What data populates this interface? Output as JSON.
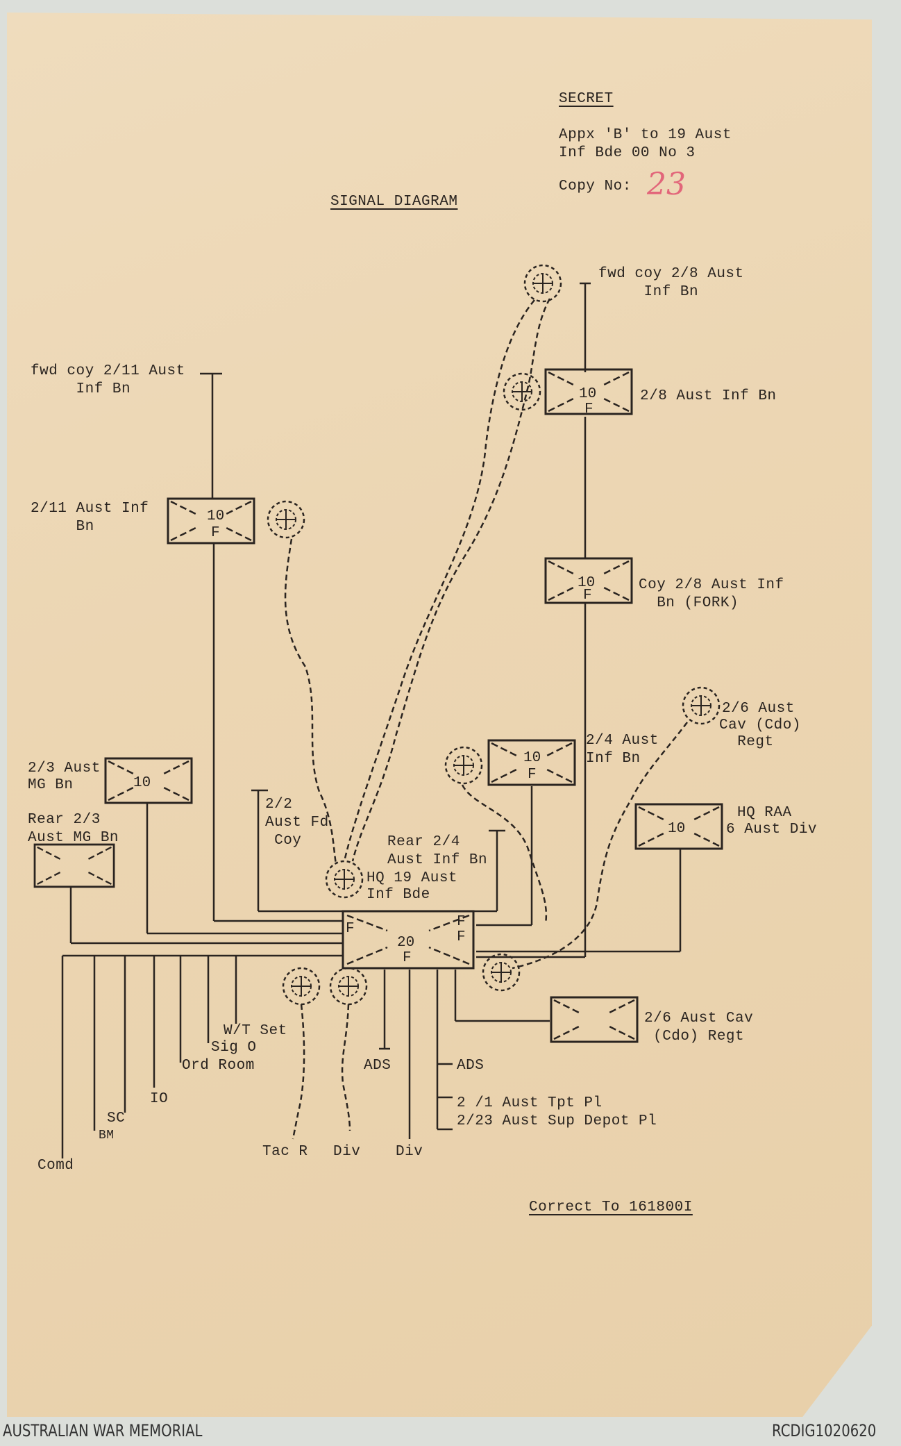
{
  "header": {
    "classification": "SECRET",
    "appendix_line1": "Appx 'B' to 19 Aust",
    "appendix_line2": "Inf Bde 00 No 3",
    "copy_label": "Copy No:",
    "copy_number": "23",
    "copy_number_color": "#e2667a"
  },
  "title": "SIGNAL DIAGRAM",
  "units": {
    "fwd_coy_2_8": [
      "fwd coy 2/8 Aust",
      "     Inf Bn"
    ],
    "bn_2_8": "2/8 Aust Inf Bn",
    "fwd_coy_2_11": [
      "fwd coy 2/11 Aust",
      "     Inf Bn"
    ],
    "bn_2_11": [
      "2/11 Aust Inf",
      "     Bn"
    ],
    "coy_2_8_fork": [
      "Coy 2/8 Aust Inf",
      "  Bn (FORK)"
    ],
    "bn_2_4": [
      "2/4 Aust",
      "Inf Bn"
    ],
    "cav_2_6_wireless": [
      "2/6 Aust",
      "Cav (Cdo)",
      "  Regt"
    ],
    "hq_raa": [
      "HQ RAA",
      "6 Aust Div"
    ],
    "mg_2_3": [
      "2/3 Aust",
      "MG Bn"
    ],
    "rear_mg_2_3": [
      "Rear 2/3",
      "Aust MG Bn"
    ],
    "fd_coy_2_2": [
      "2/2",
      "Aust Fd",
      " Coy"
    ],
    "rear_2_4": [
      "Rear 2/4",
      "Aust Inf Bn"
    ],
    "hq_19_bde": [
      "HQ 19 Aust",
      "Inf Bde"
    ],
    "cav_2_6_line": [
      "2/6 Aust Cav",
      " (Cdo) Regt"
    ]
  },
  "switchboards": {
    "box_10": "10",
    "box_20": "20",
    "fuller_mark": "F"
  },
  "hq_extensions": [
    "Comd",
    "BM",
    "SC",
    "IO",
    "Ord Room",
    "Sig O",
    "W/T Set"
  ],
  "rear_links": {
    "tac_r": "Tac R",
    "div_wireless": "Div",
    "div_line": "Div",
    "ads_1": "ADS",
    "ads_2": "ADS",
    "tpt_pl": "2 /1 Aust Tpt Pl",
    "sup_depot": "2/23 Aust Sup Depot Pl"
  },
  "correct_to": "Correct To 161800I",
  "footer": {
    "archive": "AUSTRALIAN WAR MEMORIAL",
    "catalogue_id": "RCDIG1020620"
  }
}
